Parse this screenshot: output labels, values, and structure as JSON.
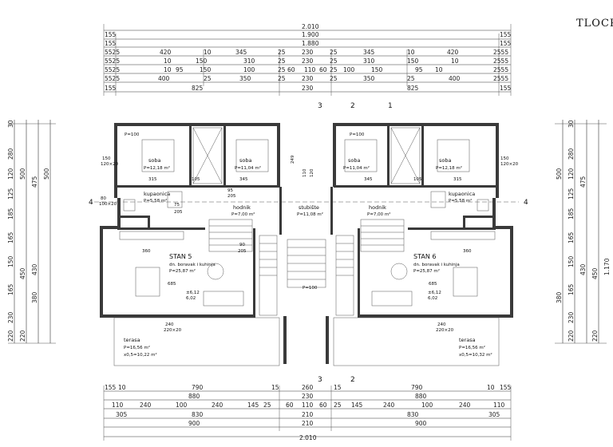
{
  "title": "TLOCR",
  "dims_top": {
    "row1": [
      "2.010"
    ],
    "row2": [
      "155",
      "1.900",
      "155"
    ],
    "row3": [
      "155",
      "1.880",
      "155"
    ],
    "row4": [
      "5525",
      "420",
      "10",
      "345",
      "25",
      "230",
      "25",
      "345",
      "10",
      "420",
      "2555"
    ],
    "row5": [
      "5525",
      "10",
      "150",
      "310",
      "25",
      "230",
      "25",
      "310",
      "150",
      "10",
      "2555"
    ],
    "row6": [
      "5525",
      "10",
      "95",
      "150",
      "100",
      "25",
      "60",
      "110",
      "60",
      "25",
      "100",
      "150",
      "95",
      "10",
      "2555"
    ],
    "row7": [
      "5525",
      "400",
      "25",
      "350",
      "25",
      "230",
      "25",
      "350",
      "25",
      "400",
      "2555"
    ],
    "row8": [
      "155",
      "825",
      "230",
      "825",
      "155"
    ]
  },
  "dims_bottom": {
    "row1": [
      "155",
      "10",
      "790",
      "15",
      "260",
      "15",
      "790",
      "10",
      "155"
    ],
    "row2": [
      "880",
      "230",
      "880"
    ],
    "row3": [
      "110",
      "240",
      "100",
      "240",
      "145",
      "25",
      "60",
      "110",
      "60",
      "25",
      "145",
      "240",
      "100",
      "240",
      "110"
    ],
    "row4": [
      "305",
      "830",
      "210",
      "830",
      "305"
    ],
    "row5": [
      "900",
      "210",
      "900"
    ],
    "row6": [
      "2.010"
    ]
  },
  "dims_left_outer": [
    "30",
    "280",
    "120",
    "125",
    "185",
    "165",
    "150",
    "165",
    "230",
    "220"
  ],
  "dims_left_mid": [
    "500",
    "475",
    "450",
    "430",
    "380",
    "220"
  ],
  "dims_left_inner": [
    "500"
  ],
  "dims_right_outer": [
    "30",
    "280",
    "120",
    "125",
    "185",
    "165",
    "150",
    "165",
    "230",
    "220"
  ],
  "dims_right_mid": [
    "500",
    "475",
    "450",
    "430",
    "380",
    "220"
  ],
  "dims_right_inner": [
    "1.170"
  ],
  "cut_marks": [
    "1",
    "2",
    "3",
    "4"
  ],
  "rooms": [
    {
      "name": "soba",
      "area": "P=12,18 m²"
    },
    {
      "name": "soba",
      "area": "P=11,04 m²"
    },
    {
      "name": "soba",
      "area": "P=11,04 m²"
    },
    {
      "name": "soba",
      "area": "P=12,18 m²"
    },
    {
      "name": "kupaonica",
      "area": "P=5,58 m²"
    },
    {
      "name": "kupaonica",
      "area": "P=5,58 m²"
    },
    {
      "name": "hodnik",
      "area": "P=7,00 m²"
    },
    {
      "name": "stubište",
      "area": "P=11,08 m²"
    },
    {
      "name": "hodnik",
      "area": "P=7,00 m²"
    },
    {
      "name": "terasa",
      "area": "P=16,56 m²",
      "extra": "x0,5=10,22 m²"
    },
    {
      "name": "terasa",
      "area": "P=16,56 m²",
      "extra": "x0,5=10,32 m²"
    }
  ],
  "units": [
    {
      "name": "STAN 5",
      "sub": "dn. boravak i kuhinja",
      "area": "P=25,87 m²",
      "level": "±6,12",
      "level2": "6,02"
    },
    {
      "name": "STAN 6",
      "sub": "dn. boravak i kuhinja",
      "area": "P=25,87 m²",
      "level": "±6,12",
      "level2": "6,02"
    }
  ],
  "openings": [
    "150",
    "120×20",
    "P=100",
    "150",
    "120×20",
    "80",
    "100×20",
    "240",
    "220×20",
    "240",
    "220×20",
    "P=100",
    "P=100"
  ],
  "inner_dims": [
    "315",
    "105",
    "345",
    "360",
    "685",
    "315",
    "105",
    "345",
    "360",
    "685",
    "75",
    "205",
    "90",
    "205",
    "95",
    "205",
    "249",
    "110",
    "120"
  ]
}
